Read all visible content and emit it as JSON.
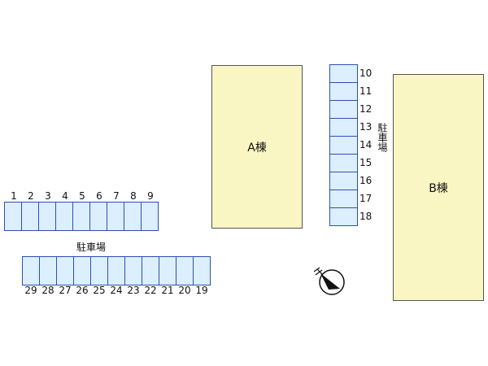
{
  "buildings": {
    "a": {
      "label": "A棟"
    },
    "b": {
      "label": "B棟"
    }
  },
  "parking": {
    "label": "駐車場",
    "right_label": "駐車場",
    "top_row_numbers": [
      "1",
      "2",
      "3",
      "4",
      "5",
      "6",
      "7",
      "8",
      "9"
    ],
    "bottom_row_numbers": [
      "29",
      "28",
      "27",
      "26",
      "25",
      "24",
      "23",
      "22",
      "21",
      "20",
      "19"
    ],
    "right_column_numbers": [
      "10",
      "11",
      "12",
      "13",
      "14",
      "15",
      "16",
      "17",
      "18"
    ]
  },
  "compass": {
    "icon": "north-compass-icon"
  }
}
